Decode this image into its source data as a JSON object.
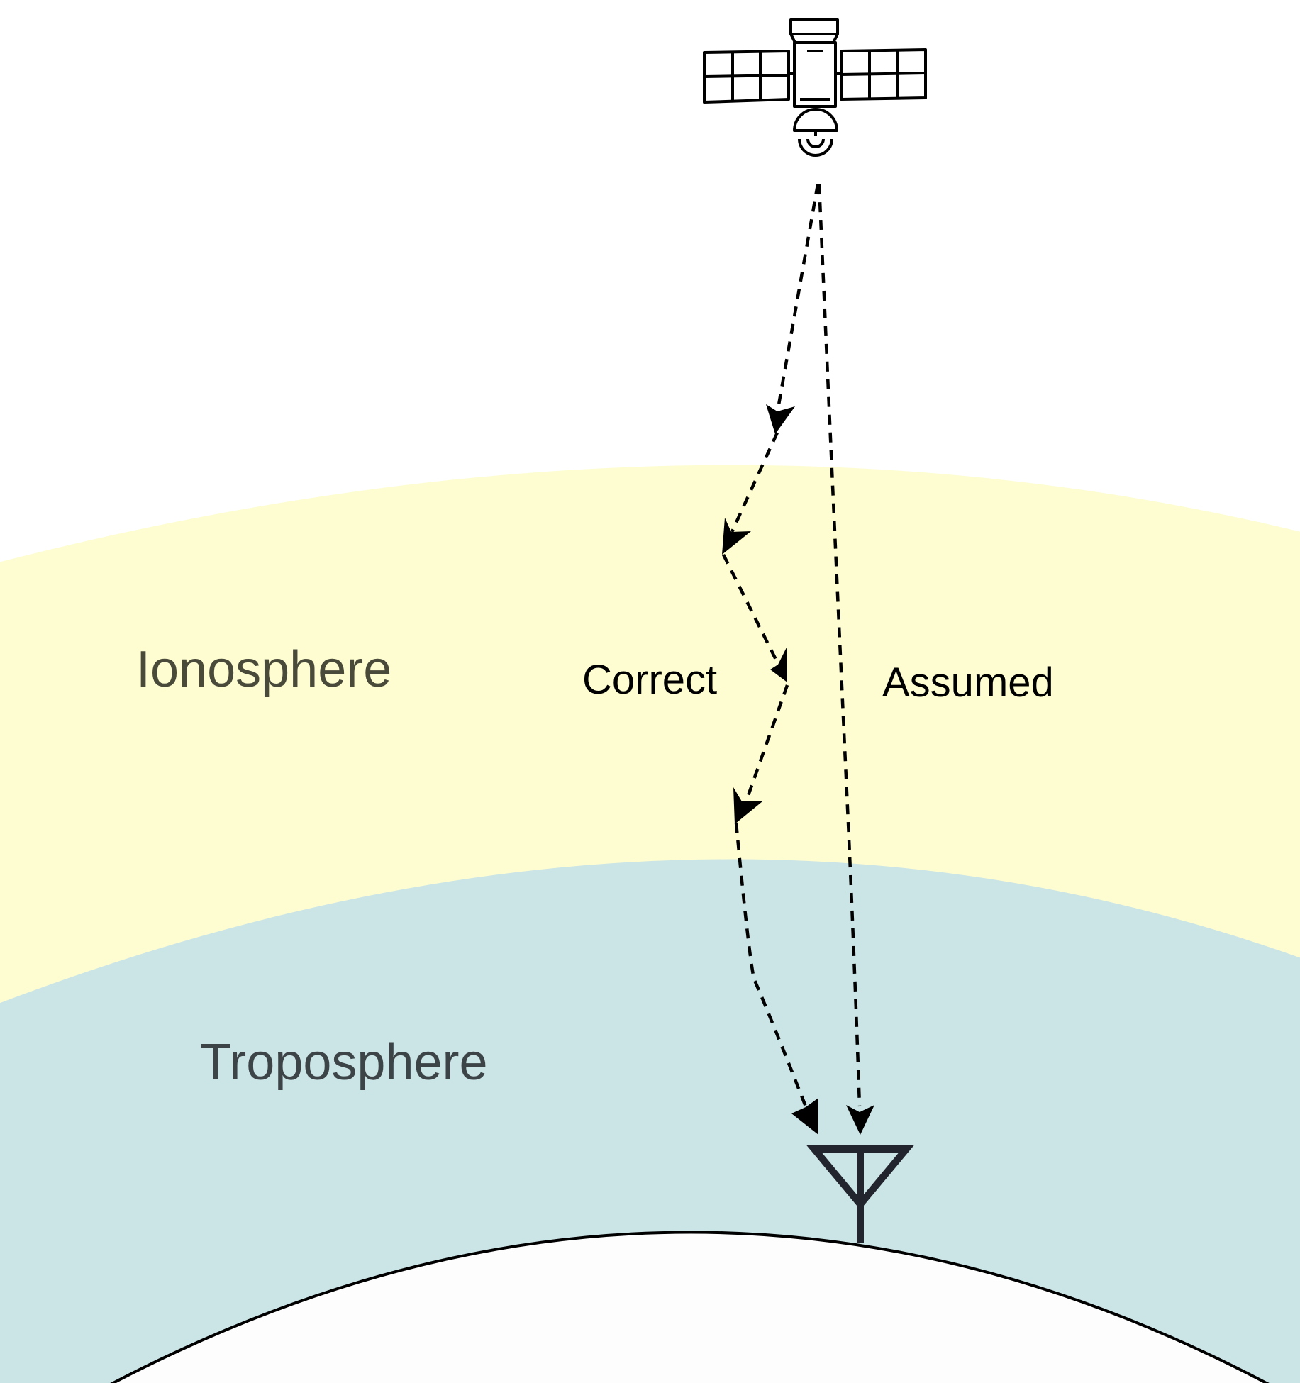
{
  "layers": {
    "ionosphere": {
      "label": "Ionosphere",
      "fill": "#fdfdd1",
      "text_color": "#4a4a3a"
    },
    "troposphere": {
      "label": "Troposphere",
      "fill": "#cbe4e6",
      "text_color": "#3c4448"
    },
    "earth_fill": "#fdfdfd"
  },
  "paths": {
    "correct": {
      "label": "Correct"
    },
    "assumed": {
      "label": "Assumed"
    }
  },
  "icons": {
    "satellite": "satellite-icon",
    "antenna": "antenna-icon"
  },
  "colors": {
    "stroke": "#000000",
    "antenna": "#22252e"
  }
}
